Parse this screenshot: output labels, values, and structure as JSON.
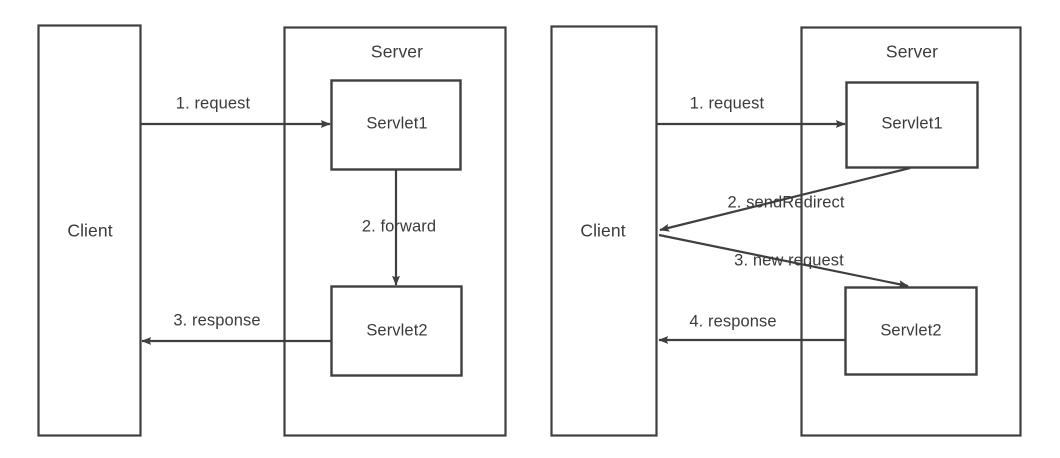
{
  "diagram": {
    "type": "flow-comparison",
    "panels": [
      {
        "id": "forward",
        "client": {
          "label": "Client"
        },
        "server": {
          "label": "Server",
          "servlets": [
            {
              "label": "Servlet1"
            },
            {
              "label": "Servlet2"
            }
          ]
        },
        "arrows": [
          {
            "label": "1. request",
            "from": "client",
            "to": "servlet1",
            "style": "straight-right"
          },
          {
            "label": "2. forward",
            "from": "servlet1",
            "to": "servlet2",
            "style": "straight-down"
          },
          {
            "label": "3. response",
            "from": "servlet2",
            "to": "client",
            "style": "straight-left"
          }
        ]
      },
      {
        "id": "sendRedirect",
        "client": {
          "label": "Client"
        },
        "server": {
          "label": "Server",
          "servlets": [
            {
              "label": "Servlet1"
            },
            {
              "label": "Servlet2"
            }
          ]
        },
        "arrows": [
          {
            "label": "1. request",
            "from": "client",
            "to": "servlet1",
            "style": "straight-right"
          },
          {
            "label": "2. sendRedirect",
            "from": "servlet1",
            "to": "client",
            "style": "diagonal-left"
          },
          {
            "label": "3. new request",
            "from": "client",
            "to": "servlet2",
            "style": "diagonal-right"
          },
          {
            "label": "4. response",
            "from": "servlet2",
            "to": "client",
            "style": "straight-left"
          }
        ]
      }
    ],
    "colors": {
      "stroke": "#3f3f3f",
      "text": "#3b3b3b",
      "background": "#ffffff"
    }
  }
}
